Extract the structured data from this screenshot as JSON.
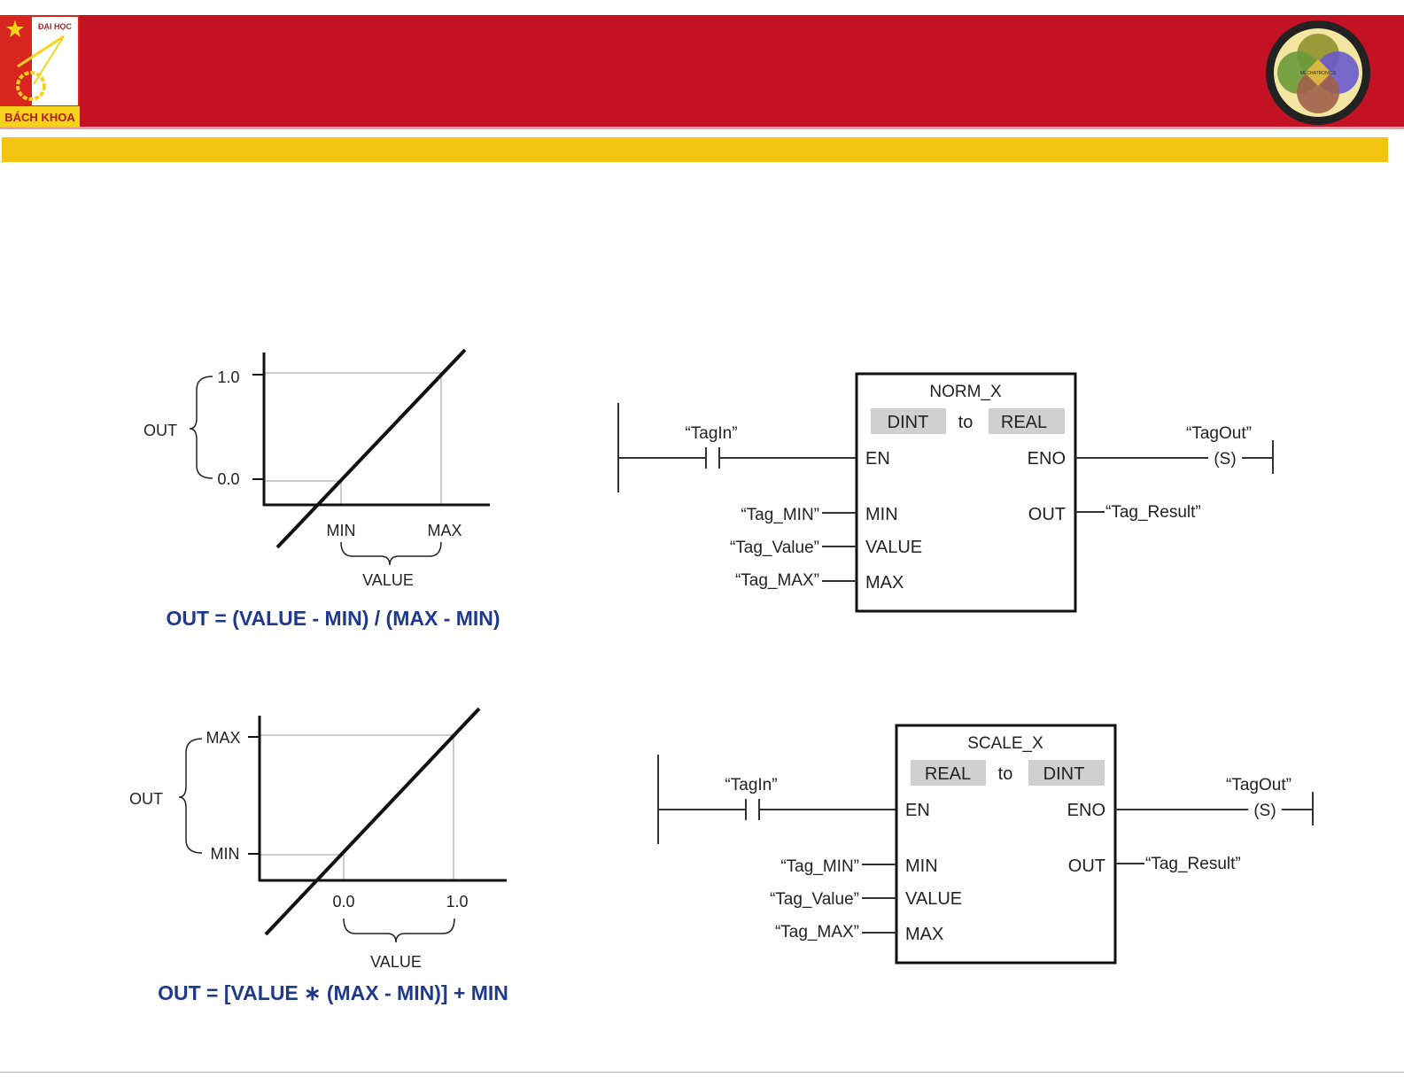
{
  "header": {
    "logo_text_top": "ĐẠI HỌC",
    "logo_text_bottom": "BÁCH KHOA",
    "emblem_center": "MECHATRONICS",
    "colors": {
      "band": "#c41224",
      "stripe": "#f2c511"
    }
  },
  "graph_norm": {
    "y_label": "OUT",
    "y_ticks": [
      "1.0",
      "0.0"
    ],
    "x_ticks": [
      "MIN",
      "MAX"
    ],
    "x_label": "VALUE",
    "formula": "OUT = (VALUE - MIN) / (MAX - MIN)"
  },
  "graph_scale": {
    "y_label": "OUT",
    "y_ticks": [
      "MAX",
      "MIN"
    ],
    "x_ticks": [
      "0.0",
      "1.0"
    ],
    "x_label": "VALUE",
    "formula": "OUT = [VALUE ∗ (MAX - MIN)] + MIN"
  },
  "ladder_norm": {
    "block": "NORM_X",
    "from_type": "DINT",
    "to": "to",
    "to_type": "REAL",
    "contact": "“TagIn”",
    "coil_tag": "“TagOut”",
    "coil": "(S)",
    "pins_in": [
      "EN",
      "MIN",
      "VALUE",
      "MAX"
    ],
    "pins_out": [
      "ENO",
      "OUT"
    ],
    "in_tags": [
      "“Tag_MIN”",
      "“Tag_Value”",
      "“Tag_MAX”"
    ],
    "out_tag": "“Tag_Result”"
  },
  "ladder_scale": {
    "block": "SCALE_X",
    "from_type": "REAL",
    "to": "to",
    "to_type": "DINT",
    "contact": "“TagIn”",
    "coil_tag": "“TagOut”",
    "coil": "(S)",
    "pins_in": [
      "EN",
      "MIN",
      "VALUE",
      "MAX"
    ],
    "pins_out": [
      "ENO",
      "OUT"
    ],
    "in_tags": [
      "“Tag_MIN”",
      "“Tag_Value”",
      "“Tag_MAX”"
    ],
    "out_tag": "“Tag_Result”"
  }
}
